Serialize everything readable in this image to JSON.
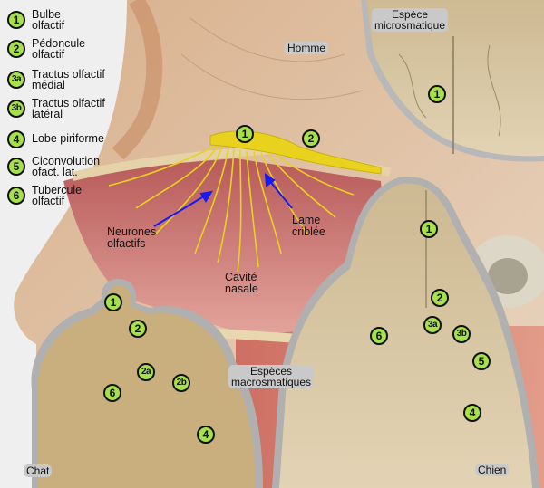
{
  "legend": {
    "items": [
      {
        "key": "1",
        "label_line1": "Bulbe",
        "label_line2": "olfactif"
      },
      {
        "key": "2",
        "label_line1": "Pédoncule",
        "label_line2": "olfactif"
      },
      {
        "key": "3a",
        "label_line1": "Tractus olfactif",
        "label_line2": "médial"
      },
      {
        "key": "3b",
        "label_line1": "Tractus olfactif",
        "label_line2": "latéral"
      },
      {
        "key": "4",
        "label_line1": "Lobe piriforme",
        "label_line2": ""
      },
      {
        "key": "5",
        "label_line1": "Ciconvolution",
        "label_line2": "ofact. lat."
      },
      {
        "key": "6",
        "label_line1": "Tubercule",
        "label_line2": "olfactif"
      }
    ]
  },
  "labels": {
    "homme": "Homme",
    "micro_line1": "Espèce",
    "micro_line2": "microsmatique",
    "neurones_line1": "Neurones",
    "neurones_line2": "olfactifs",
    "lame_line1": "Lame",
    "lame_line2": "criblée",
    "cavite_line1": "Cavité",
    "cavite_line2": "nasale",
    "macro_line1": "Espèces",
    "macro_line2": "macrosmatiques",
    "chat": "Chat",
    "chien": "Chien"
  },
  "markers": {
    "human": [
      "1",
      "2"
    ],
    "micro": [
      "1"
    ],
    "cat": [
      "1",
      "2",
      "2a",
      "2b",
      "6",
      "4"
    ],
    "dog": [
      "1",
      "2",
      "3a",
      "3b",
      "6",
      "5",
      "4"
    ]
  },
  "colors": {
    "badge_fill": "#a6e04a",
    "badge_stroke": "#111111",
    "arrow": "#1a1aee",
    "nerve": "#e8d21e",
    "tag_bg": "#c9c9c9",
    "background": "#efefef"
  }
}
